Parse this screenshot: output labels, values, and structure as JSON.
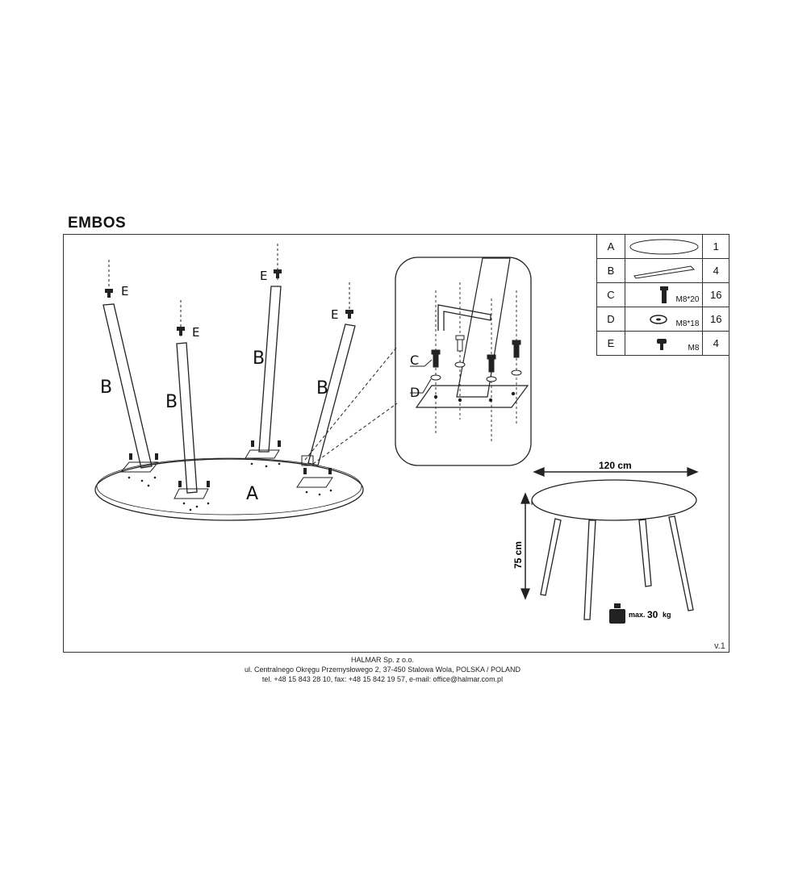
{
  "product": {
    "title": "EMBOS"
  },
  "parts": [
    {
      "letter": "A",
      "icon": "tabletop-icon",
      "size": "",
      "qty": "1"
    },
    {
      "letter": "B",
      "icon": "leg-icon",
      "size": "",
      "qty": "4"
    },
    {
      "letter": "C",
      "icon": "bolt-icon",
      "size": "M8*20",
      "qty": "16"
    },
    {
      "letter": "D",
      "icon": "washer-icon",
      "size": "M8*18",
      "qty": "16"
    },
    {
      "letter": "E",
      "icon": "glide-icon",
      "size": "M8",
      "qty": "4"
    }
  ],
  "assembly": {
    "top_label": "A",
    "leg_label": "B",
    "glide_label": "E",
    "bolt_label": "C",
    "washer_label": "D"
  },
  "dimensions": {
    "width": "120 cm",
    "height": "75 cm"
  },
  "load": {
    "prefix": "max.",
    "value": "30",
    "unit": "kg"
  },
  "version": "v.1",
  "footer": {
    "company": "HALMAR Sp. z o.o.",
    "address": "ul. Centralnego Okręgu Przemysłowego 2, 37-450 Stalowa Wola, POLSKA / POLAND",
    "contact": "tel. +48 15 843 28 10, fax: +48 15 842 19 57, e-mail: office@halmar.com.pl"
  }
}
